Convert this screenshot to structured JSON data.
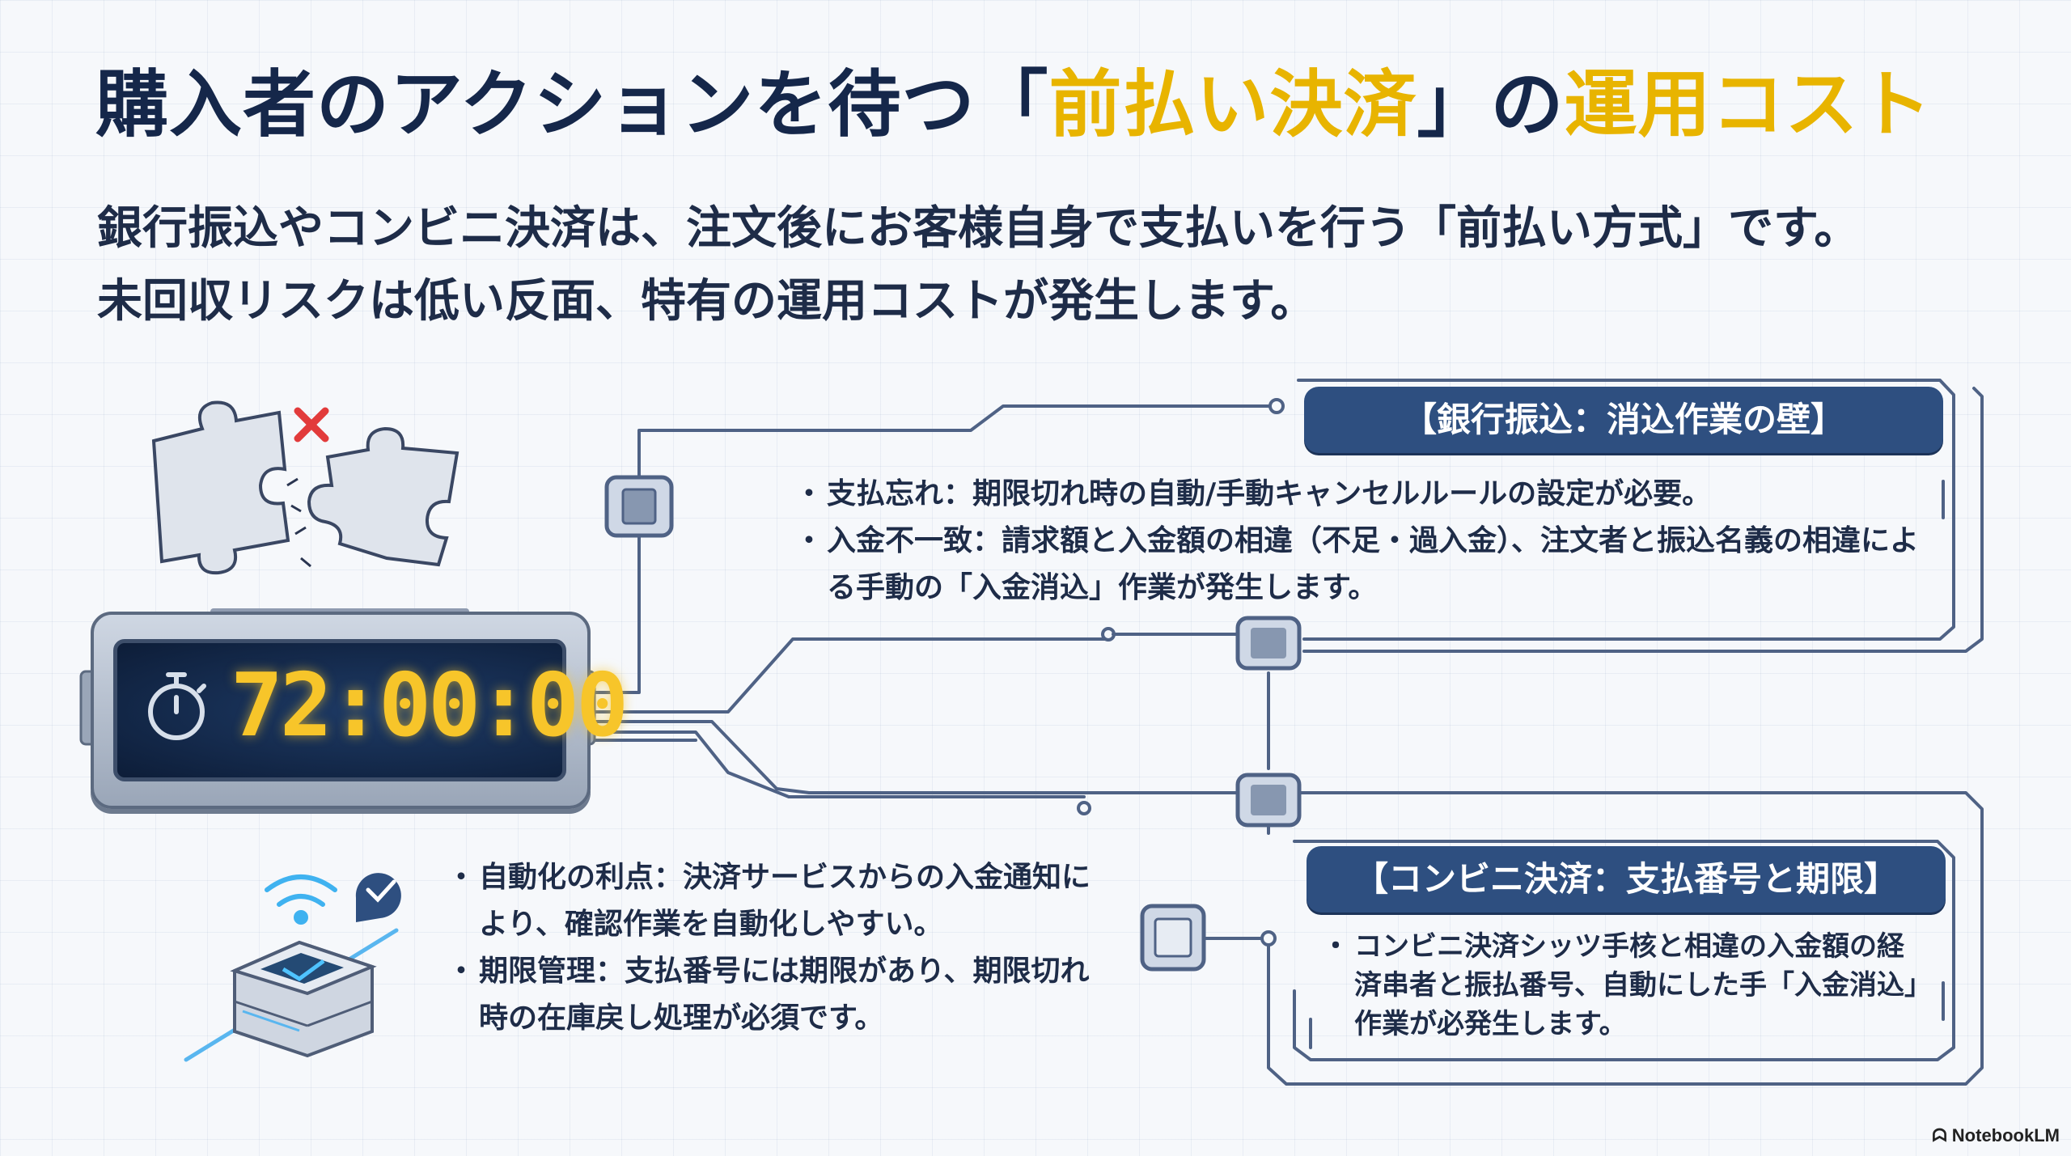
{
  "title": {
    "prefix": "購入者のアクションを待つ「",
    "highlight1": "前払い決済",
    "middle": "」の",
    "highlight2": "運用コスト"
  },
  "subtitle": {
    "line1": "銀行振込やコンビニ決済は、注文後にお客様自身で支払いを行う「前払い方式」です。",
    "line2": "未回収リスクは低い反面、特有の運用コストが発生します。"
  },
  "timer": {
    "display": "72:00:00"
  },
  "bank_panel": {
    "header": "【銀行振込：消込作業の壁】",
    "bullets": [
      "支払忘れ：期限切れ時の自動/手動キャンセルルールの設定が必要。",
      "入金不一致：請求額と入金額の相違（不足・過入金）、注文者と振込名義の相違による手動の「入金消込」作業が発生します。"
    ]
  },
  "middle_notes": {
    "bullets": [
      "自動化の利点：決済サービスからの入金通知により、確認作業を自動化しやすい。",
      "期限管理：支払番号には期限があり、期限切れ時の在庫戻し処理が必須です。"
    ]
  },
  "conv_panel": {
    "header": "【コンビニ決済：支払番号と期限】",
    "bullets": [
      "コンビニ決済シッツ手核と相違の入金額の経済串者と振払番号、自動にした手「入金消込」作業が必発生します。"
    ]
  },
  "branding": {
    "label": "NotebookLM"
  },
  "colors": {
    "navy": "#2e4f80",
    "accent": "#e8b400",
    "line": "#4f6285"
  },
  "icons": [
    "puzzle-icon",
    "cross-mark-icon",
    "stopwatch-icon",
    "chip-connector-icon",
    "server-icon",
    "wifi-icon",
    "checkmark-bubble-icon",
    "notebooklm-logo-icon"
  ]
}
